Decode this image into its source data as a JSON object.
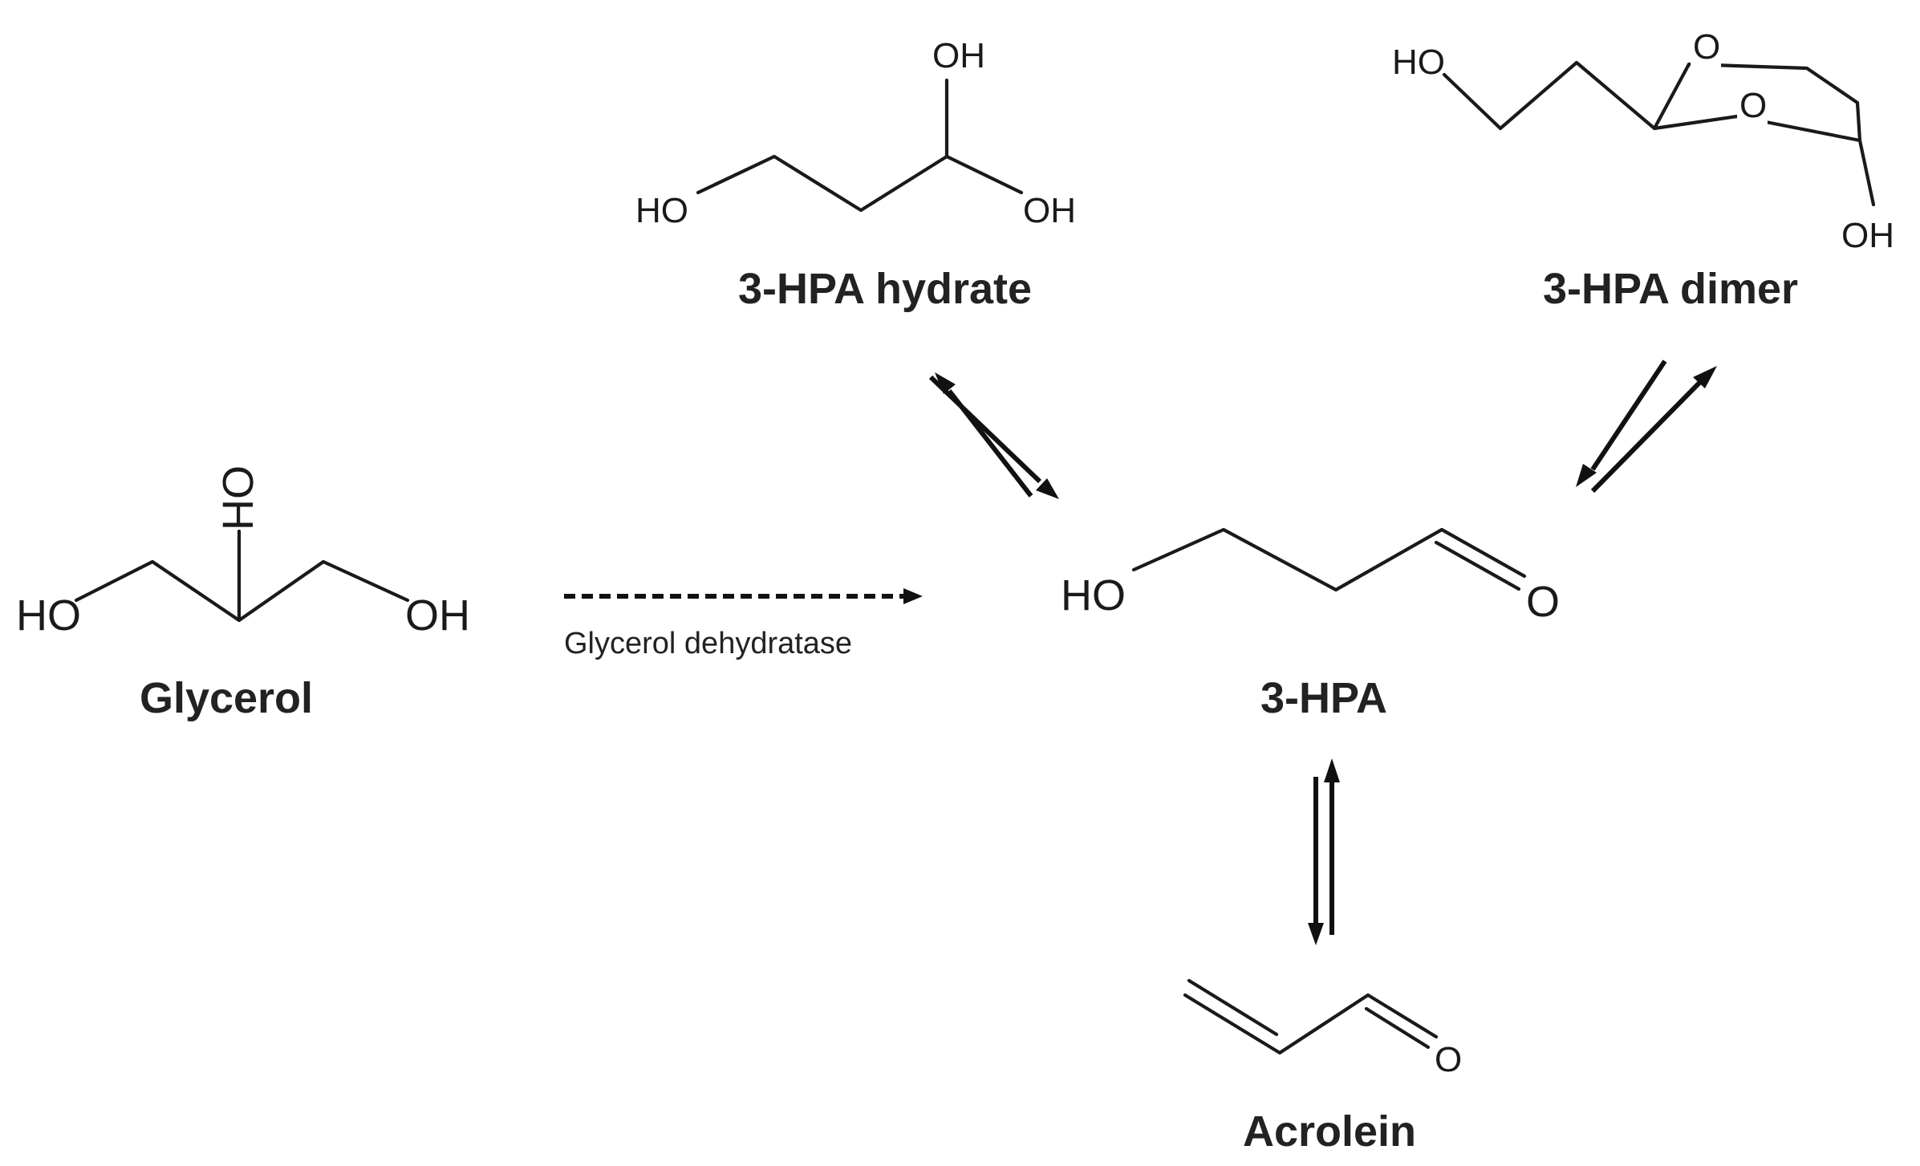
{
  "compounds": {
    "glycerol": {
      "name": "Glycerol",
      "atoms": {
        "oh_left": "HO",
        "oh_top": "OH",
        "oh_right": "OH"
      }
    },
    "hpa_hydrate": {
      "name": "3-HPA hydrate",
      "atoms": {
        "oh_left": "HO",
        "oh_top": "OH",
        "oh_right": "OH"
      }
    },
    "hpa_dimer": {
      "name": "3-HPA dimer",
      "atoms": {
        "oh_chain": "HO",
        "o_ring_top": "O",
        "o_ring_mid": "O",
        "oh_bottom": "OH"
      }
    },
    "hpa": {
      "name": "3-HPA",
      "atoms": {
        "oh": "HO",
        "o": "O"
      }
    },
    "acrolein": {
      "name": "Acrolein",
      "atoms": {
        "o": "O"
      }
    }
  },
  "arrows": {
    "glycerol_to_hpa": {
      "label": "Glycerol dehydratase",
      "style": "dashed"
    },
    "hydrate_hpa": {
      "style": "equilibrium"
    },
    "dimer_hpa": {
      "style": "equilibrium"
    },
    "hpa_acrolein": {
      "style": "equilibrium"
    }
  },
  "colors": {
    "ink": "#1a1a1a",
    "background": "#ffffff"
  }
}
